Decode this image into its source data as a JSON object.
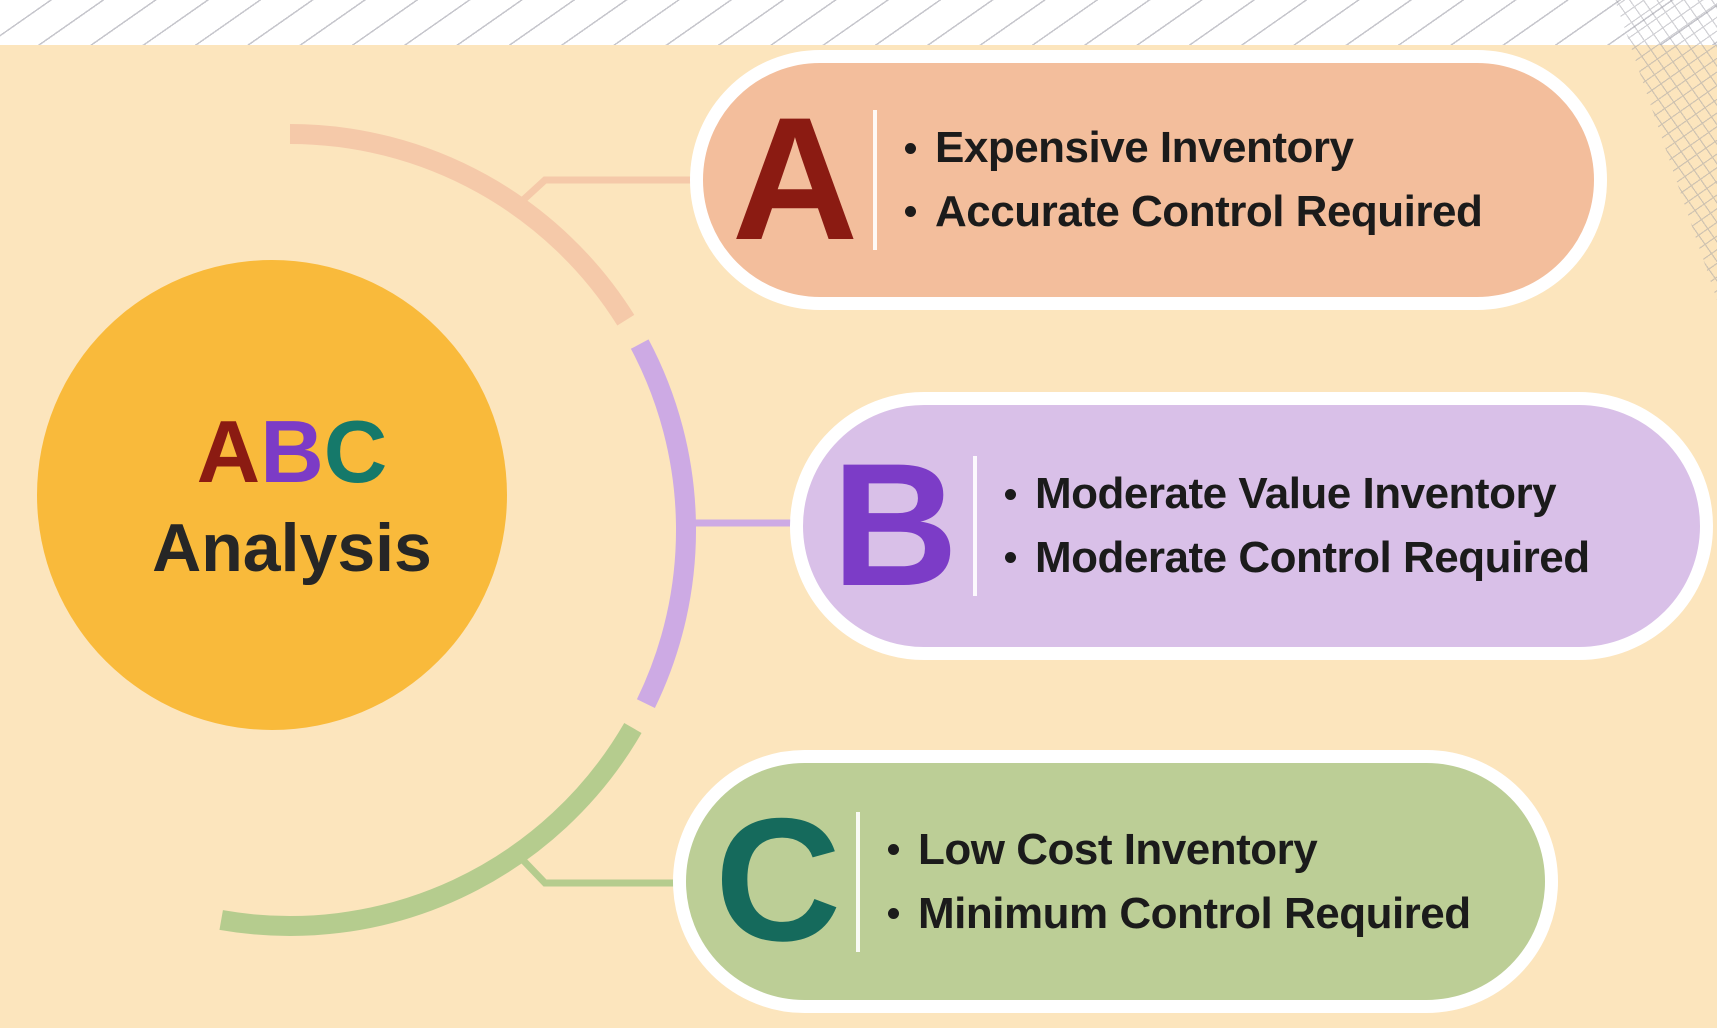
{
  "background": {
    "canvas_color": "#FCE5BD",
    "strip_color": "#FFFFFF",
    "hatch_line_color": "#C6C6CC"
  },
  "hub": {
    "circle_color": "#F9BA3B",
    "letters": [
      {
        "char": "A",
        "color": "#8B1B12"
      },
      {
        "char": "B",
        "color": "#7C3BC6"
      },
      {
        "char": "C",
        "color": "#15796A"
      }
    ],
    "word": "Analysis",
    "word_color": "#262626"
  },
  "bullet_text_color": "#1B1B1B",
  "cards": [
    {
      "letter": "A",
      "letter_color": "#8B1B12",
      "fill": "#F3BE9C",
      "arc": "#F5C9A9",
      "bullets": [
        "Expensive Inventory",
        "Accurate Control Required"
      ]
    },
    {
      "letter": "B",
      "letter_color": "#7C3CC7",
      "fill": "#D9C0E8",
      "arc": "#CDAAE4",
      "bullets": [
        "Moderate Value Inventory",
        "Moderate Control Required"
      ]
    },
    {
      "letter": "C",
      "letter_color": "#156A5C",
      "fill": "#BCCE96",
      "arc": "#B5CC8E",
      "bullets": [
        "Low Cost Inventory",
        "Minimum Control Required"
      ]
    }
  ]
}
